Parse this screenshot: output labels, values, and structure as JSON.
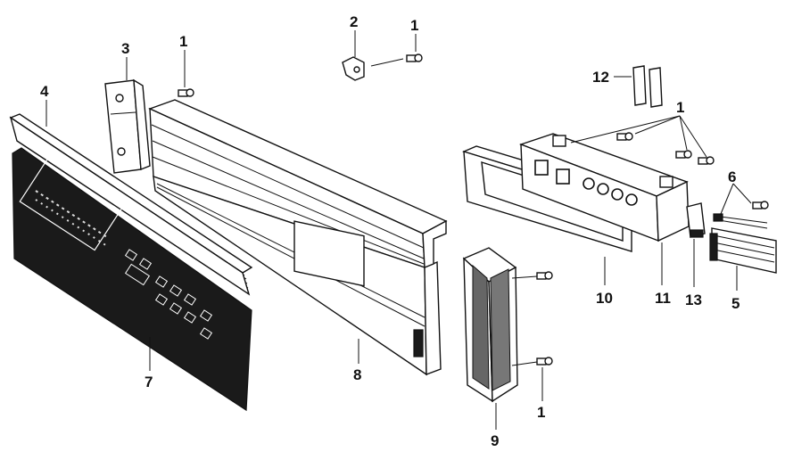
{
  "diagram": {
    "callouts": {
      "c1_top_left": "1",
      "c2": "2",
      "c1_top_mid": "1",
      "c3": "3",
      "c4": "4",
      "c12": "12",
      "c1_right": "1",
      "c6": "6",
      "c10": "10",
      "c11": "11",
      "c13": "13",
      "c5": "5",
      "c7": "7",
      "c8": "8",
      "c1_bottom": "1",
      "c9": "9"
    }
  }
}
